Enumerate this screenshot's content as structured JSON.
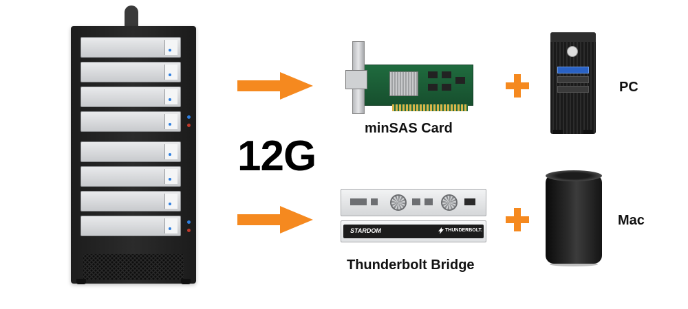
{
  "labels": {
    "speed": "12G",
    "sas_card": "minSAS Card",
    "thunderbolt_bridge": "Thunderbolt Bridge",
    "pc": "PC",
    "mac": "Mac"
  },
  "device_text": {
    "bridge_brand": "STARDOM",
    "thunderbolt_logo": "THUNDERBOLT."
  },
  "colors": {
    "arrow": "#F5891F",
    "plus": "#F5891F"
  },
  "icons": {
    "enclosure": "raid-enclosure-icon",
    "sas_card": "pcie-card-icon",
    "bridge": "thunderbolt-bridge-icon",
    "pc": "pc-tower-icon",
    "mac": "mac-pro-icon"
  }
}
